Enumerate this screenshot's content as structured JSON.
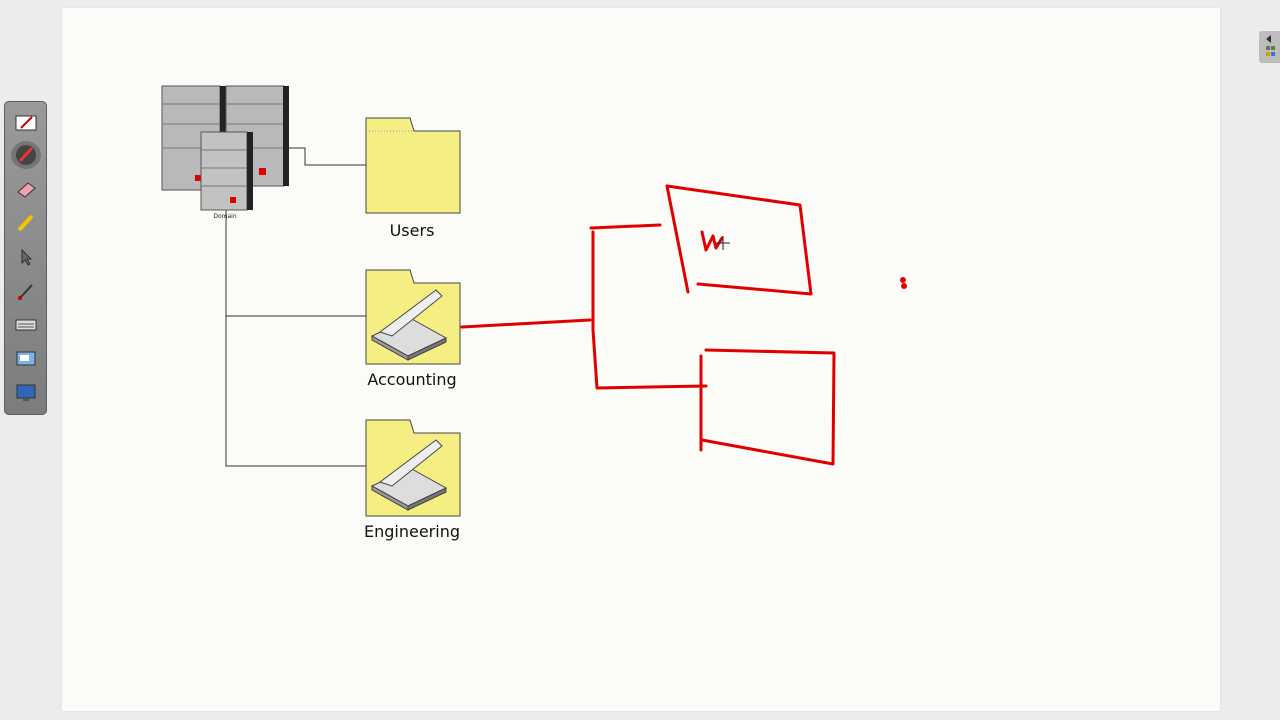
{
  "diagram": {
    "server_label": "Domain",
    "folders": [
      {
        "label": "Users",
        "type": "folder"
      },
      {
        "label": "Accounting",
        "type": "scanner-folder"
      },
      {
        "label": "Engineering",
        "type": "scanner-folder"
      }
    ],
    "ink_color": "#e00000"
  },
  "toolbar": {
    "tools": [
      {
        "name": "pen-tool-icon",
        "active": false
      },
      {
        "name": "pen-circle-tool-icon",
        "active": true
      },
      {
        "name": "eraser-icon",
        "active": false
      },
      {
        "name": "highlighter-icon",
        "active": false
      },
      {
        "name": "pointer-icon",
        "active": false
      },
      {
        "name": "color-pen-icon",
        "active": false
      },
      {
        "name": "keyboard-icon",
        "active": false
      },
      {
        "name": "screen-capture-icon",
        "active": false
      },
      {
        "name": "desktop-icon",
        "active": false
      }
    ]
  },
  "side_panel": {
    "icon": "collapse-arrow-icon"
  }
}
